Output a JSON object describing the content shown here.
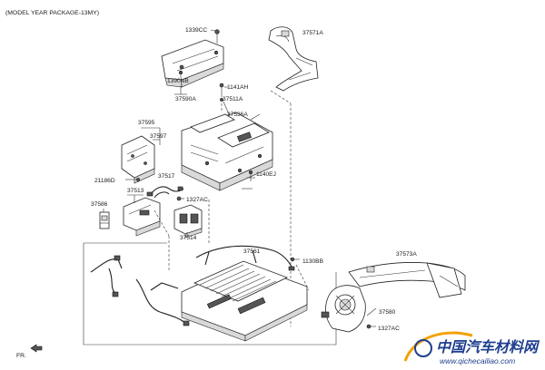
{
  "header": {
    "model_note": "(MODEL YEAR PACKAGE-13MY)"
  },
  "parts": {
    "p1339CC": "1339CC",
    "p37571A": "37571A",
    "p1390NB": "1390NB",
    "p1141AH": "1141AH",
    "p37590A": "37590A",
    "p37511A": "37511A",
    "p37536A": "37536A",
    "p37595": "37595",
    "p37597": "37597",
    "p1140EJ": "1140EJ",
    "p21186D": "21186D",
    "p37517": "37517",
    "p37513": "37513",
    "p1327AC_a": "1327AC",
    "p37586": "37586",
    "p37514": "37514",
    "p37561": "37561",
    "p1130BB": "1130BB",
    "p37573A": "37573A",
    "p37580": "37580",
    "p1327AC_b": "1327AC"
  },
  "footer": {
    "front_marker": "FR."
  },
  "watermark": {
    "title": "中国汽车材料网",
    "url": "www.qichecailiao.com",
    "accent_color": "#1f3f8f",
    "swoosh_color": "#f2a100"
  }
}
